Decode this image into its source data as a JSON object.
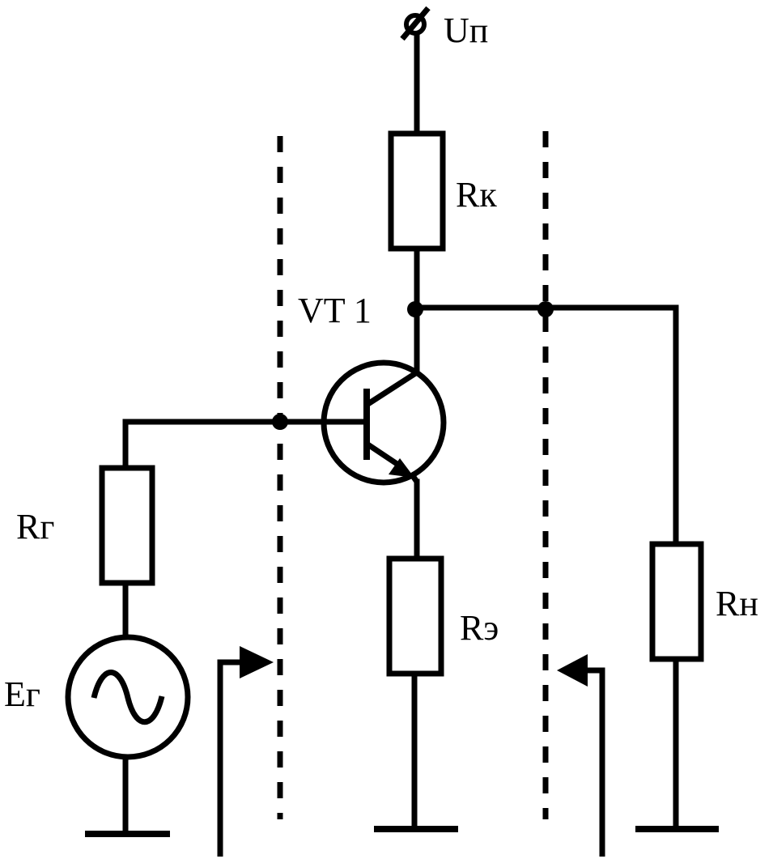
{
  "labels": {
    "supply": "Uп",
    "rk": "Rк",
    "transistor": "VT 1",
    "rg": "Rг",
    "eg": "Ег",
    "re": "Rэ",
    "rn": "Rн"
  },
  "colors": {
    "line": "#000000",
    "background": "#ffffff"
  }
}
